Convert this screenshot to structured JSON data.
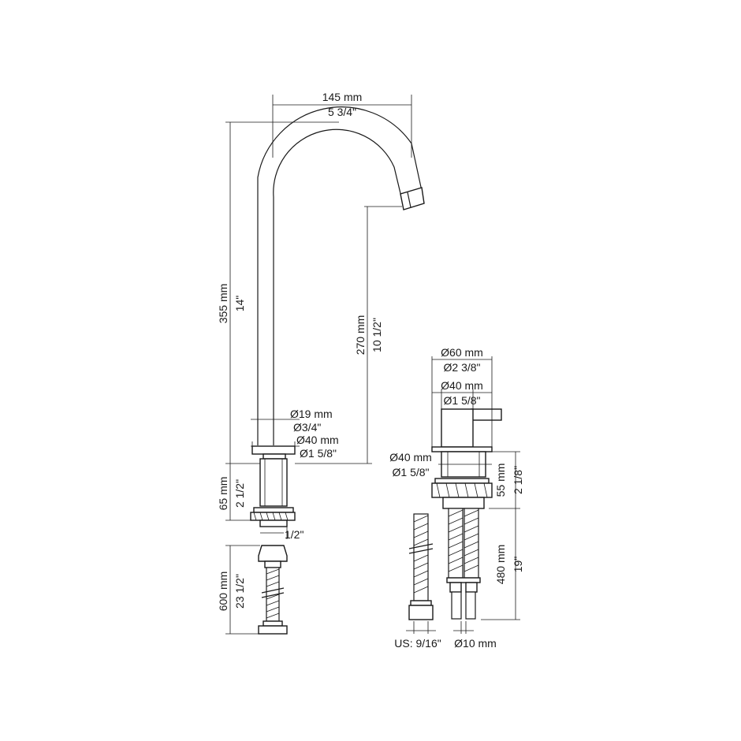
{
  "colors": {
    "line": "#1a1a1a",
    "background": "#ffffff"
  },
  "dimensions": {
    "spout_reach_mm": "145 mm",
    "spout_reach_in": "5 3/4\"",
    "total_height_mm": "355 mm",
    "total_height_in": "14\"",
    "outlet_height_mm": "270 mm",
    "outlet_height_in": "10 1/2\"",
    "tube_dia_mm": "Ø19 mm",
    "tube_dia_in": "Ø3/4\"",
    "base_dia_mm": "Ø40 mm",
    "base_dia_in": "Ø1 5/8\"",
    "shank_len_mm": "65 mm",
    "shank_len_in": "2 1/2\"",
    "thread_in": "1/2\"",
    "hose_len_mm": "600 mm",
    "hose_len_in": "23 1/2\"",
    "valve_flange_mm": "Ø60 mm",
    "valve_flange_in": "Ø2 3/8\"",
    "valve_body_mm": "Ø40 mm",
    "valve_body_in": "Ø1 5/8\"",
    "valve_base_mm": "Ø40 mm",
    "valve_base_in": "Ø1 5/8\"",
    "valve_shank_mm": "55 mm",
    "valve_shank_in": "2 1/8\"",
    "valve_hose_mm": "480 mm",
    "valve_hose_in": "19\"",
    "connector_us": "US: 9/16\"",
    "connector_mm": "Ø10 mm"
  }
}
